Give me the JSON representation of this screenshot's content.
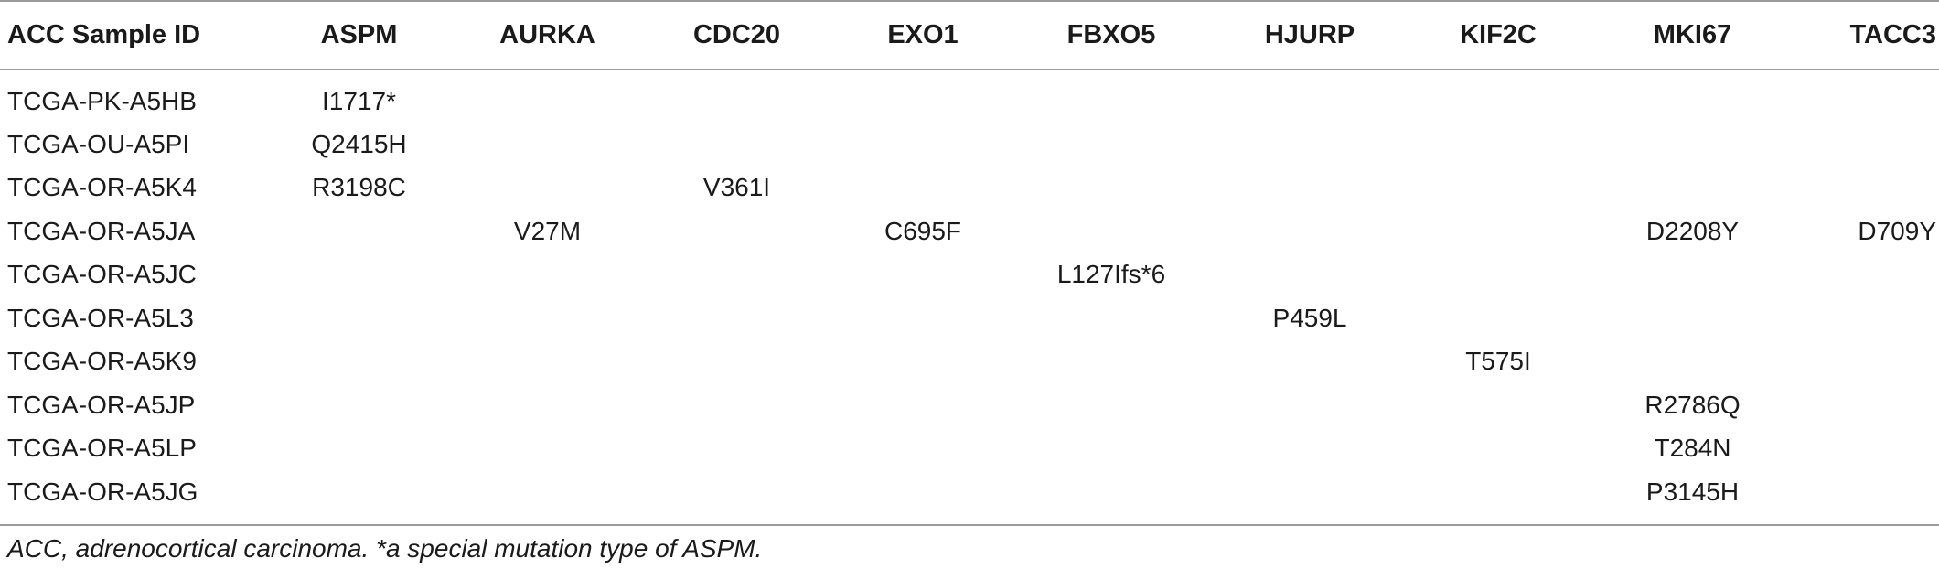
{
  "table": {
    "headers": [
      "ACC Sample ID",
      "ASPM",
      "AURKA",
      "CDC20",
      "EXO1",
      "FBXO5",
      "HJURP",
      "KIF2C",
      "MKI67",
      "TACC3"
    ],
    "rows": [
      [
        "TCGA-PK-A5HB",
        "I1717*",
        "",
        "",
        "",
        "",
        "",
        "",
        "",
        ""
      ],
      [
        "TCGA-OU-A5PI",
        "Q2415H",
        "",
        "",
        "",
        "",
        "",
        "",
        "",
        ""
      ],
      [
        "TCGA-OR-A5K4",
        "R3198C",
        "",
        "V361I",
        "",
        "",
        "",
        "",
        "",
        ""
      ],
      [
        "TCGA-OR-A5JA",
        "",
        "V27M",
        "",
        "C695F",
        "",
        "",
        "",
        "D2208Y",
        "D709Y"
      ],
      [
        "TCGA-OR-A5JC",
        "",
        "",
        "",
        "",
        "L127Ifs*6",
        "",
        "",
        "",
        ""
      ],
      [
        "TCGA-OR-A5L3",
        "",
        "",
        "",
        "",
        "",
        "P459L",
        "",
        "",
        ""
      ],
      [
        "TCGA-OR-A5K9",
        "",
        "",
        "",
        "",
        "",
        "",
        "T575I",
        "",
        ""
      ],
      [
        "TCGA-OR-A5JP",
        "",
        "",
        "",
        "",
        "",
        "",
        "",
        "R2786Q",
        ""
      ],
      [
        "TCGA-OR-A5LP",
        "",
        "",
        "",
        "",
        "",
        "",
        "",
        "T284N",
        ""
      ],
      [
        "TCGA-OR-A5JG",
        "",
        "",
        "",
        "",
        "",
        "",
        "",
        "P3145H",
        ""
      ]
    ]
  },
  "footnote": "ACC, adrenocortical carcinoma. *a special mutation type of ASPM.",
  "colors": {
    "text": "#1a1a1a",
    "rule": "#9a9a9a",
    "background": "#ffffff"
  }
}
